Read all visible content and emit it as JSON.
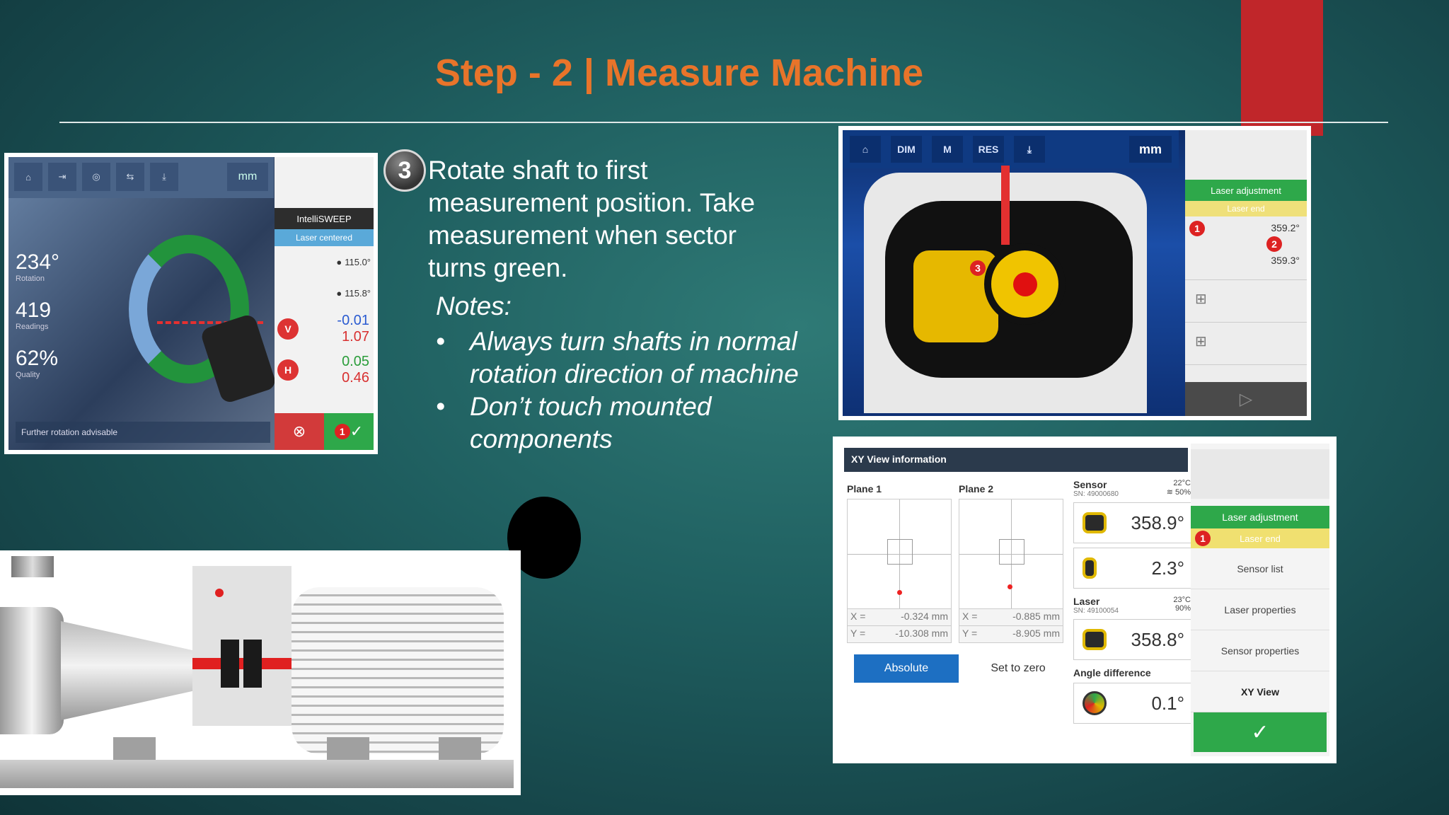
{
  "slide": {
    "title": "Step - 2 | Measure Machine",
    "step_number": "3",
    "step_text": "Rotate shaft to first measurement position.  Take measurement when sector turns green.",
    "notes_title": "Notes:",
    "notes": [
      "Always turn shafts in normal rotation  direction of machine",
      "Don’t touch mounted components"
    ],
    "bullet": "•",
    "colors": {
      "title": "#e8742a",
      "accent_tab": "#c0262a",
      "ok_green": "#2ea84a"
    }
  },
  "screen1": {
    "toolbar": {
      "mm": "mm"
    },
    "readouts": [
      {
        "value": "234°",
        "label": "Rotation"
      },
      {
        "value": "419",
        "label": "Readings"
      },
      {
        "value": "62%",
        "label": "Quality"
      }
    ],
    "panel": {
      "mode": "IntelliSWEEP",
      "status": "Laser centered",
      "angles": [
        "115.0°",
        "115.8°"
      ],
      "values": [
        {
          "label": "V",
          "a": "-0.01",
          "b": "1.07"
        },
        {
          "label": "H",
          "a": "0.05",
          "b": "0.46"
        }
      ],
      "badge": "1"
    },
    "footer": "Further rotation advisable"
  },
  "screen2": {
    "toolbar": [
      "DIM",
      "M",
      "RES"
    ],
    "mm": "mm",
    "panel": {
      "laser_adjustment": "Laser adjustment",
      "laser_end": "Laser end",
      "angles": [
        "359.2°",
        "359.3°"
      ],
      "badges": [
        "1",
        "2",
        "3"
      ]
    }
  },
  "screen3": {
    "header": "XY View information",
    "planes": [
      {
        "name": "Plane 1",
        "x": "-0.324 mm",
        "y": "-10.308 mm"
      },
      {
        "name": "Plane 2",
        "x": "-0.885 mm",
        "y": "-8.905 mm"
      }
    ],
    "xy_labels": {
      "x": "X =",
      "y": "Y ="
    },
    "buttons": {
      "absolute": "Absolute",
      "set_zero": "Set to zero"
    },
    "sensor": {
      "label": "Sensor",
      "sn": "SN: 49000680",
      "temp": "22°C",
      "humidity": "50%",
      "angle1": "358.9°",
      "angle2": "2.3°"
    },
    "laser": {
      "label": "Laser",
      "sn": "SN: 49100054",
      "temp": "23°C",
      "humidity": "90%",
      "angle": "358.8°"
    },
    "angle_difference": {
      "label": "Angle difference",
      "value": "0.1°"
    },
    "panel": {
      "laser_adjustment": "Laser adjustment",
      "laser_end": "Laser end",
      "badge": "1",
      "items": [
        "Sensor list",
        "Laser properties",
        "Sensor properties",
        "XY View"
      ]
    }
  }
}
